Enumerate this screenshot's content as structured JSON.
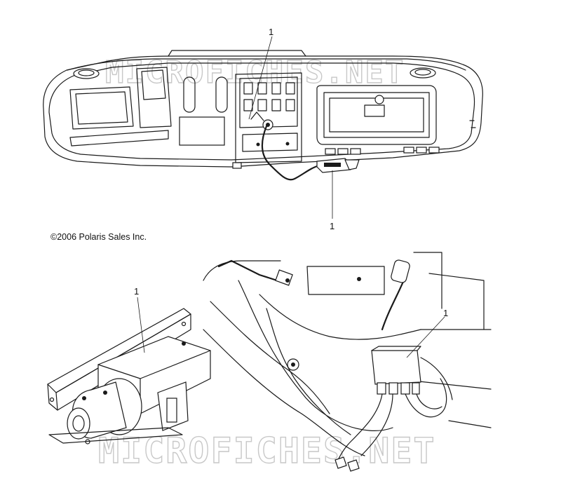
{
  "copyright": "©2006 Polaris Sales Inc.",
  "watermark": "MICROFICHES.NET",
  "callouts": {
    "dash_top": "1",
    "dash_bottom": "1",
    "winch": "1",
    "engine_bay": "1"
  }
}
